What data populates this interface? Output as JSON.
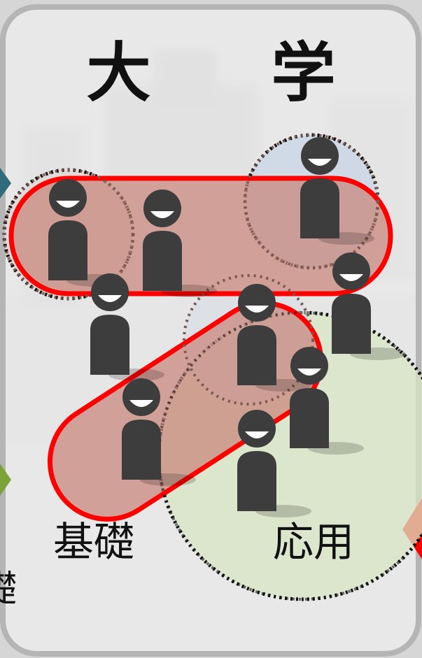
{
  "title": "大 学",
  "labels": {
    "basic": "基礎",
    "applied": "応用",
    "cut_left": "礎"
  },
  "colors": {
    "frame_border": "#b5b5b5",
    "group_outline": "#ff0000",
    "group_fill": "#c9887e",
    "person": "#3d3d3d",
    "applied_circle": "#d8e6c4",
    "blue_circle": "#c4d4e6",
    "left_arrow_teal": "#2f6b7a",
    "left_arrow_green": "#7ea23a",
    "right_arrow_red": "#ff0000"
  }
}
